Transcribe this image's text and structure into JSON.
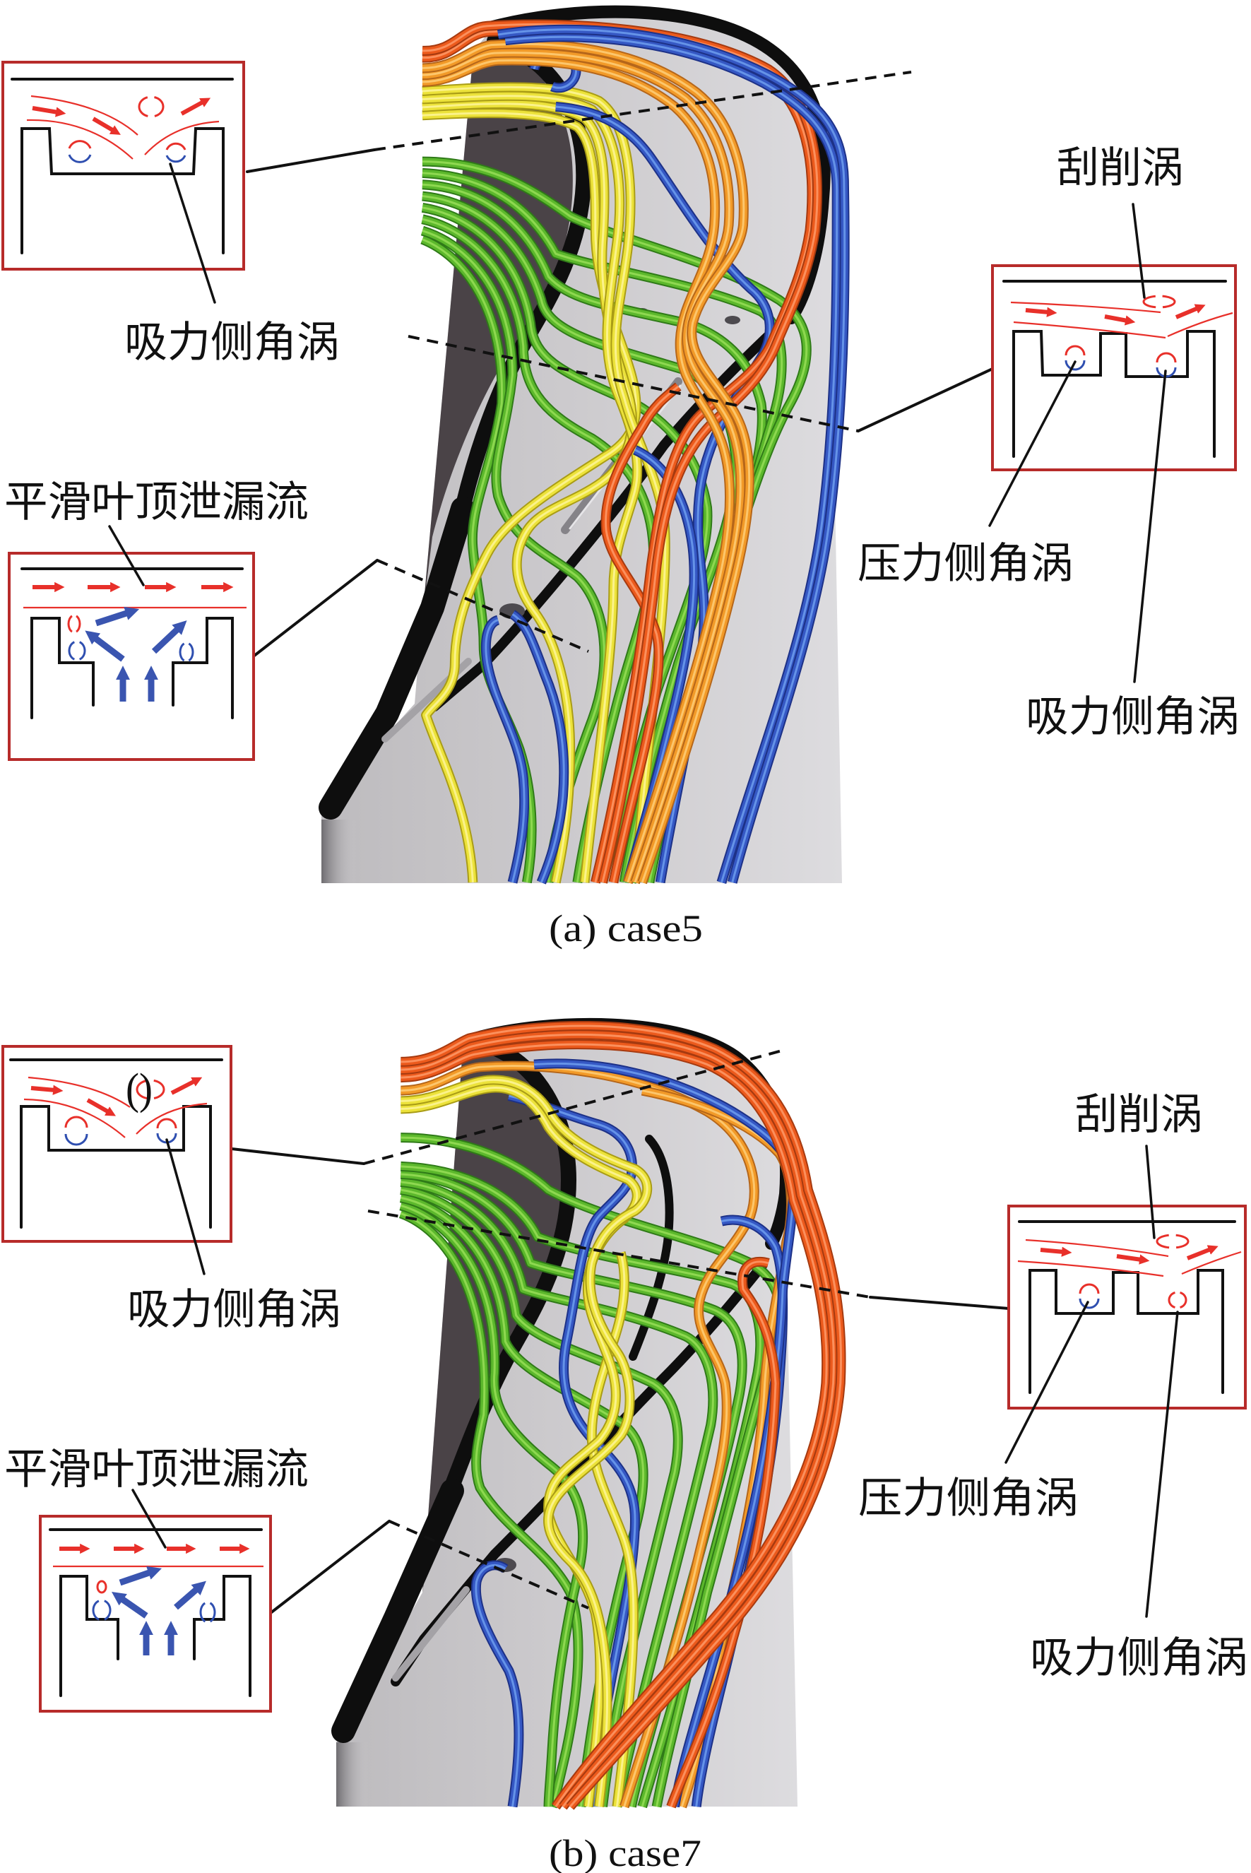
{
  "figure": {
    "panels": [
      {
        "id": "a",
        "caption": "(a) case5",
        "insets": {
          "top_left": {
            "label": "吸力侧角涡"
          },
          "right": {
            "label_top": "刮削涡",
            "label_left": "压力侧角涡",
            "label_bottom": "吸力侧角涡"
          },
          "bottom_left": {
            "label": "平滑叶顶泄漏流"
          }
        }
      },
      {
        "id": "b",
        "caption": "(b) case7",
        "insets": {
          "top_left": {
            "label": "吸力侧角涡",
            "scraping_vortex_glyph": "()"
          },
          "right": {
            "label_top": "刮削涡",
            "label_left": "压力侧角涡",
            "label_bottom": "吸力侧角涡"
          },
          "bottom_left": {
            "label": "平滑叶顶泄漏流"
          }
        }
      }
    ]
  },
  "colors": {
    "inset-border": "#b72b2a",
    "flow-red": "#e8302a",
    "flow-blue": "#3a55b0",
    "vortex-blue": "#2f4fb0",
    "rim-black": "#0e0e0e",
    "blade-dark": "#4a4347",
    "g": "#5cb82c",
    "g-edge": "#2f7a18",
    "g-hl": "#9be05a",
    "y": "#ece23a",
    "y-edge": "#a99c16",
    "y-hl": "#fff7a0",
    "o": "#f29a28",
    "o-edge": "#b5661a",
    "o-hl": "#ffd27e",
    "r": "#ec5a1c",
    "r-edge": "#a53a10",
    "r-hl": "#ff9e6e",
    "b": "#3558c4",
    "b-edge": "#1d3187",
    "b-hl": "#72a2f2"
  }
}
